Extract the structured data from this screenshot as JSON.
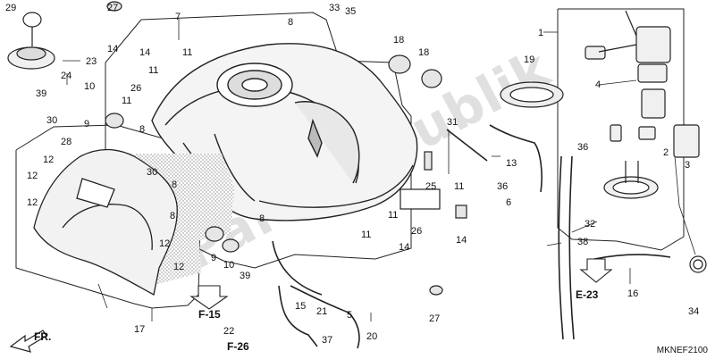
{
  "watermark": "Partsrepublik",
  "diagram_code": "MKNEF2100",
  "colors": {
    "line": "#222222",
    "hatch": "#9a9a9a",
    "watermark": "#a0a0a0"
  },
  "callouts": [
    "1",
    "2",
    "3",
    "4",
    "5",
    "6",
    "7",
    "8",
    "8",
    "8",
    "8",
    "8",
    "9",
    "9",
    "10",
    "10",
    "11",
    "11",
    "11",
    "11",
    "11",
    "11",
    "12",
    "12",
    "12",
    "12",
    "12",
    "13",
    "14",
    "14",
    "14",
    "14",
    "15",
    "16",
    "17",
    "18",
    "18",
    "19",
    "20",
    "21",
    "22",
    "23",
    "24",
    "25",
    "26",
    "26",
    "27",
    "27",
    "28",
    "29",
    "30",
    "30",
    "31",
    "32",
    "33",
    "34",
    "35",
    "36",
    "36",
    "37",
    "38",
    "39",
    "39"
  ],
  "references": [
    "E-23",
    "F-15",
    "F-26"
  ],
  "direction_label": "FR."
}
